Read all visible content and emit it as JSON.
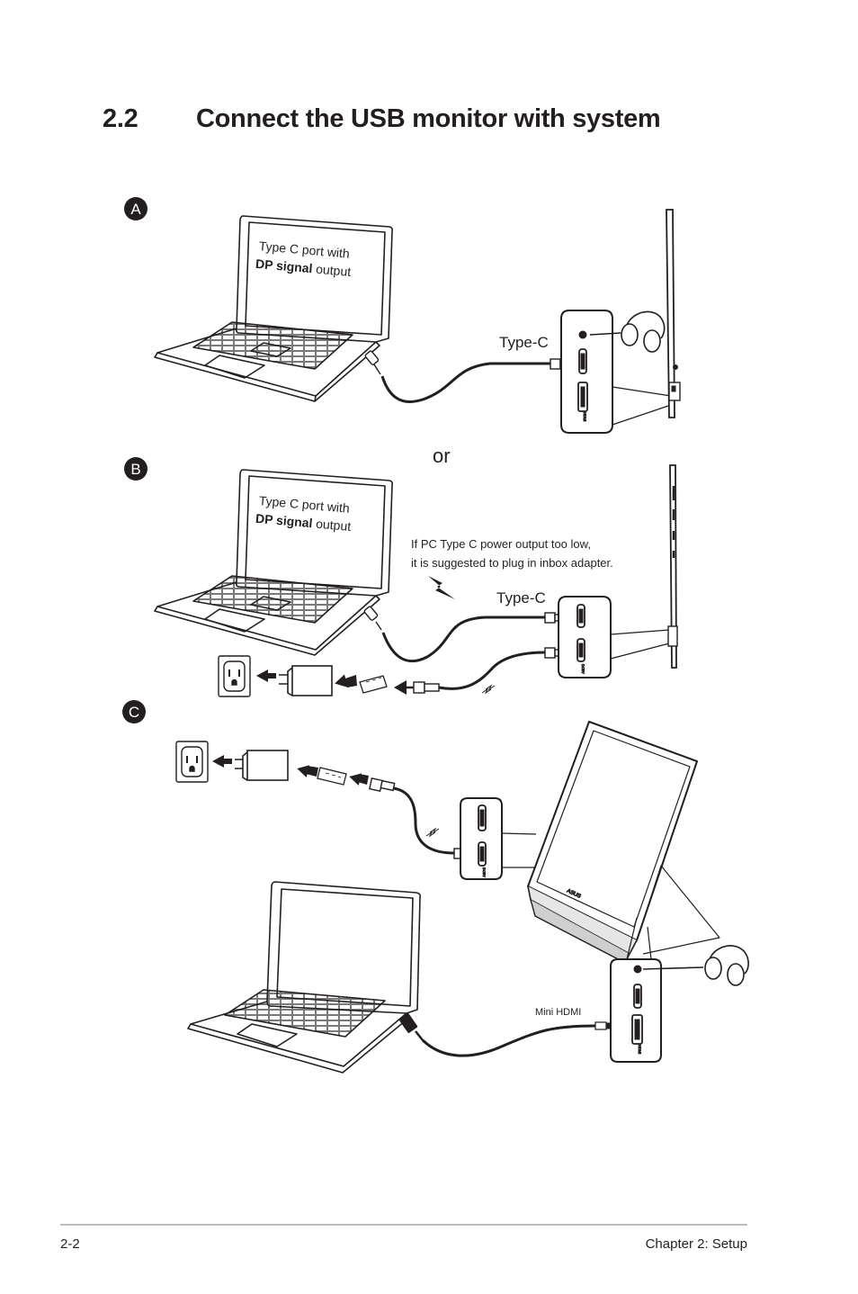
{
  "section": {
    "number": "2.2",
    "title": "Connect the USB monitor with system"
  },
  "figure": {
    "markers": [
      "A",
      "B",
      "C"
    ],
    "laptop_caption": {
      "line1": "Type C port with",
      "bold": "DP signal",
      "rest": " output"
    },
    "type_c_label": "Type-C",
    "or_label": "or",
    "power_note": {
      "line1": "If PC Type C power output too low,",
      "line2": "it is suggested to plug in inbox adapter."
    },
    "mini_hdmi_label": "Mini HDMI",
    "port_labels": {
      "hdmi": "HDMI",
      "dc": "DC5V"
    },
    "brand_mark": "ASUS"
  },
  "footer": {
    "page": "2-2",
    "chapter": "Chapter 2: Setup"
  }
}
